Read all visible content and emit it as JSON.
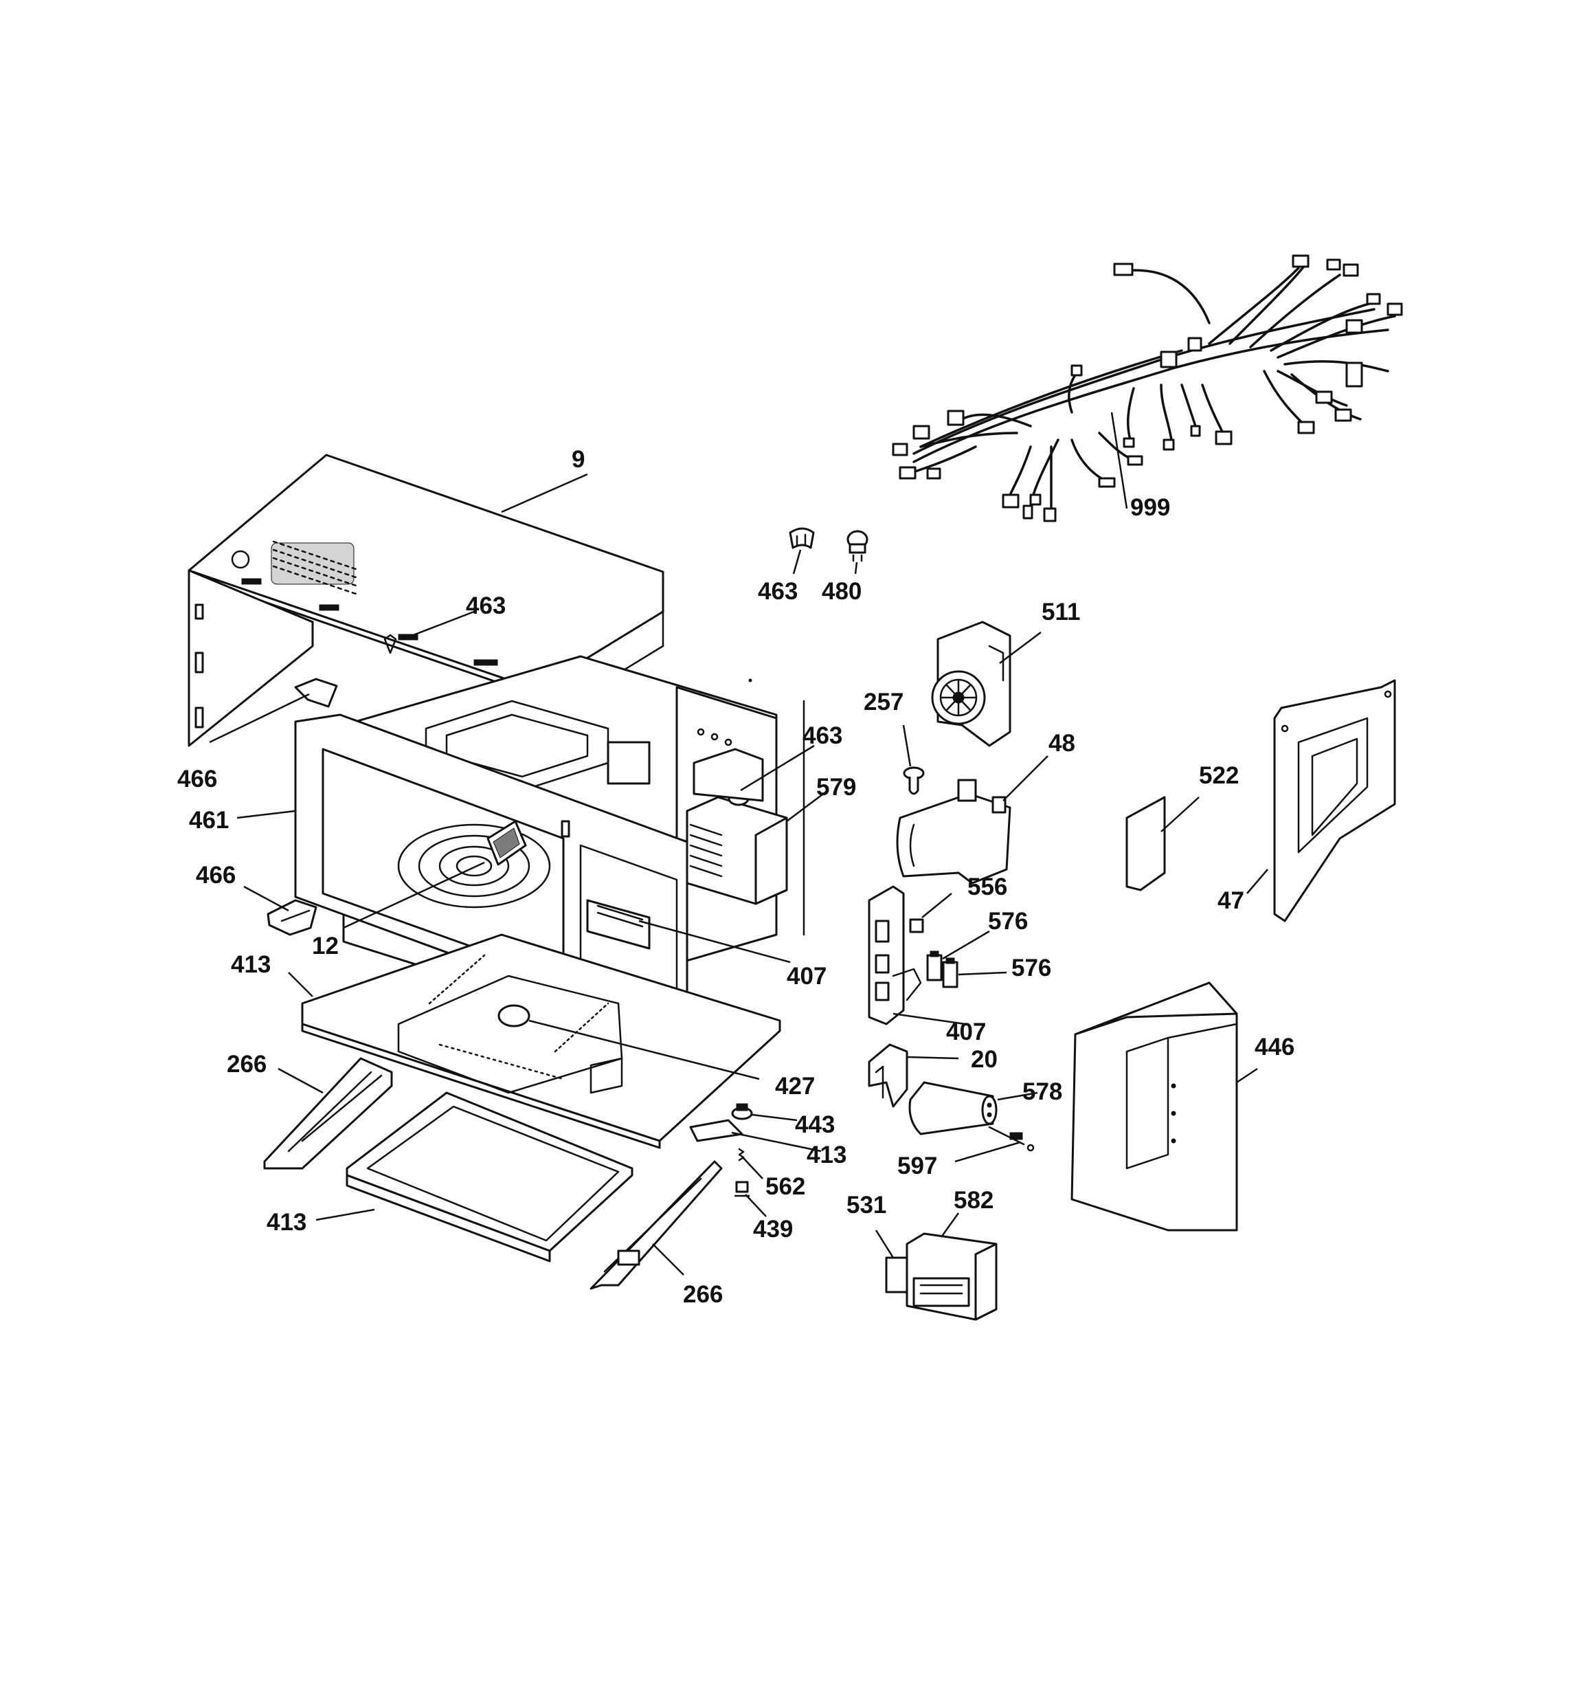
{
  "callouts": [
    {
      "id": "c9",
      "text": "9"
    },
    {
      "id": "c999",
      "text": "999"
    },
    {
      "id": "c463a",
      "text": "463"
    },
    {
      "id": "c480",
      "text": "480"
    },
    {
      "id": "c463b",
      "text": "463"
    },
    {
      "id": "c511",
      "text": "511"
    },
    {
      "id": "c466a",
      "text": "466"
    },
    {
      "id": "c257",
      "text": "257"
    },
    {
      "id": "c463c",
      "text": "463"
    },
    {
      "id": "c48",
      "text": "48"
    },
    {
      "id": "c579",
      "text": "579"
    },
    {
      "id": "c522",
      "text": "522"
    },
    {
      "id": "c461",
      "text": "461"
    },
    {
      "id": "c466b",
      "text": "466"
    },
    {
      "id": "c556",
      "text": "556"
    },
    {
      "id": "c47",
      "text": "47"
    },
    {
      "id": "c576a",
      "text": "576"
    },
    {
      "id": "c12",
      "text": "12"
    },
    {
      "id": "c576b",
      "text": "576"
    },
    {
      "id": "c413a",
      "text": "413"
    },
    {
      "id": "c407a",
      "text": "407"
    },
    {
      "id": "c407b",
      "text": "407"
    },
    {
      "id": "c446",
      "text": "446"
    },
    {
      "id": "c266a",
      "text": "266"
    },
    {
      "id": "c20",
      "text": "20"
    },
    {
      "id": "c427",
      "text": "427"
    },
    {
      "id": "c578",
      "text": "578"
    },
    {
      "id": "c443",
      "text": "443"
    },
    {
      "id": "c413b",
      "text": "413"
    },
    {
      "id": "c597",
      "text": "597"
    },
    {
      "id": "c562",
      "text": "562"
    },
    {
      "id": "c582",
      "text": "582"
    },
    {
      "id": "c531",
      "text": "531"
    },
    {
      "id": "c413c",
      "text": "413"
    },
    {
      "id": "c439",
      "text": "439"
    },
    {
      "id": "c266b",
      "text": "266"
    }
  ]
}
